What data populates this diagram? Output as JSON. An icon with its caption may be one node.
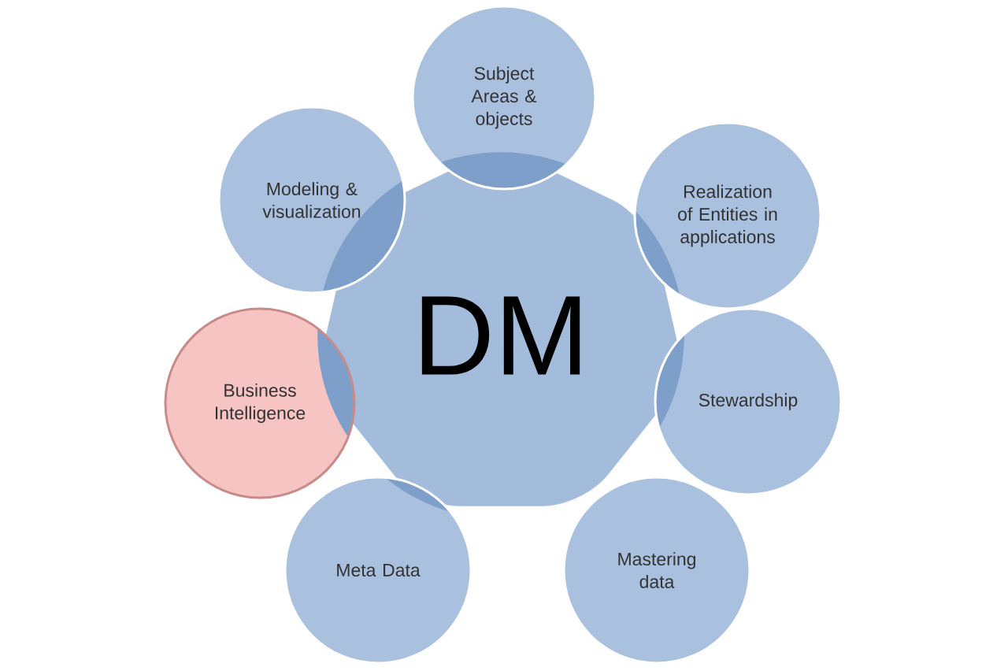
{
  "diagram": {
    "nodes": [
      {
        "text": [
          "DM"
        ]
      },
      {
        "text": [
          "Subject Areas & objects"
        ]
      },
      {
        "text": [
          "Realization of Entities in applications"
        ]
      },
      {
        "text": [
          "Stewardship"
        ]
      },
      {
        "text": [
          "Mastering data"
        ]
      },
      {
        "text": [
          "Meta Data"
        ]
      },
      {
        "text": [
          "Business Intelligence"
        ]
      },
      {
        "text": [
          "Modeling & visualization"
        ]
      }
    ]
  }
}
